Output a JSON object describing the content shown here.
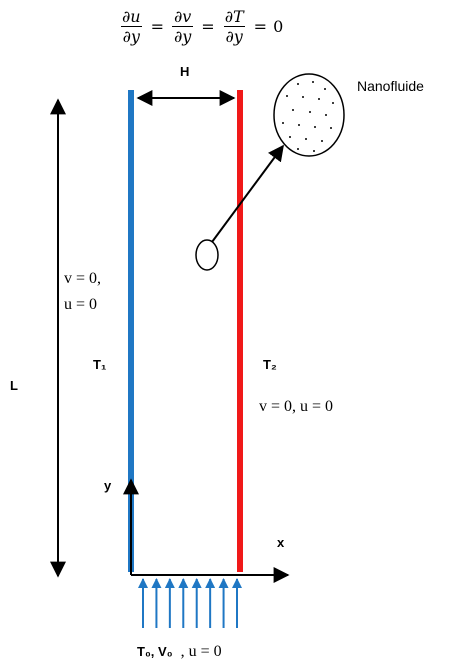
{
  "equation": {
    "terms": [
      {
        "num": "∂u",
        "den": "∂y"
      },
      {
        "num": "∂v",
        "den": "∂y"
      },
      {
        "num": "∂T",
        "den": "∂y"
      }
    ],
    "equals": "=",
    "rhs": "0"
  },
  "labels": {
    "H": "H",
    "L": "L",
    "nanofluid": "Nanofluide",
    "T1": "T₁",
    "T2": "T₂",
    "x_axis": "x",
    "y_axis": "y",
    "left_bc_line1": "v = 0,",
    "left_bc_line2": "u = 0",
    "right_bc": "v = 0, u = 0",
    "inlet_T0V0": "T₀, V₀",
    "inlet_u": ", u = 0"
  },
  "colors": {
    "left_wall": "#1F77C4",
    "right_wall": "#F01818",
    "inflow_arrows": "#1F77C4",
    "lines": "#000000"
  }
}
